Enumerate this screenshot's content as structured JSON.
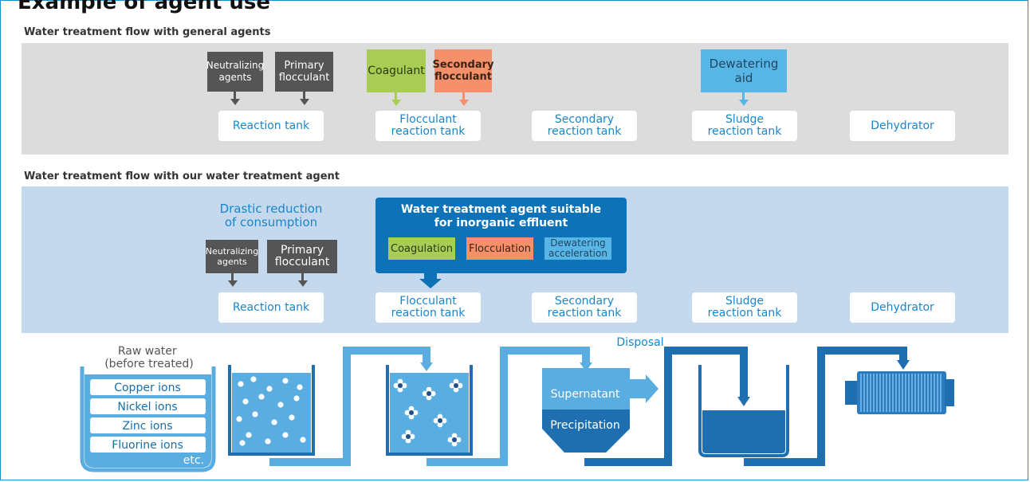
{
  "heading": "Example of agent use",
  "flow_general": {
    "label": "Water treatment flow with general agents",
    "agents": [
      {
        "label": "Neutralizing\nagents"
      },
      {
        "label": "Primary\nflocculant"
      },
      {
        "label": "Coagulant"
      },
      {
        "label": "Secondary\nflocculant"
      },
      {
        "label": "Dewatering\naid"
      }
    ],
    "tanks": [
      "Reaction tank",
      "Flocculant\nreaction tank",
      "Secondary\nreaction tank",
      "Sludge\nreaction tank",
      "Dehydrator"
    ]
  },
  "flow_ours": {
    "label": "Water treatment flow with our water treatment agent",
    "reduction_note": "Drastic reduction\nof consumption",
    "agents": [
      {
        "label": "Neutralizing\nagents"
      },
      {
        "label": "Primary\nflocculant"
      }
    ],
    "agent_box": {
      "title": "Water treatment agent suitable\nfor inorganic effluent",
      "items": [
        "Coagulation",
        "Flocculation",
        "Dewatering\nacceleration"
      ]
    },
    "tanks": [
      "Reaction tank",
      "Flocculant\nreaction tank",
      "Secondary\nreaction tank",
      "Sludge\nreaction tank",
      "Dehydrator"
    ]
  },
  "process": {
    "raw_water_label": "Raw water\n(before treated)",
    "ions": [
      "Copper ions",
      "Nickel ions",
      "Zinc ions",
      "Fluorine ions"
    ],
    "etc": "etc.",
    "supernatant": "Supernatant",
    "precipitation": "Precipitation",
    "disposal": "Disposal"
  },
  "colors": {
    "frame": "#1a8ed0",
    "gray_band": "#dcdcdc",
    "blue_band": "#c5d9ee",
    "tank_text": "#1a86c8",
    "dark_agent": "#555555",
    "coagulant": "#a9cc55",
    "secondary": "#f5906a",
    "dewatering": "#58b6e6",
    "agent_box": "#0e72b8",
    "pipe": "#5aade0",
    "tank_fill": "#5aade0",
    "tank_dark": "#1f6fb0"
  }
}
